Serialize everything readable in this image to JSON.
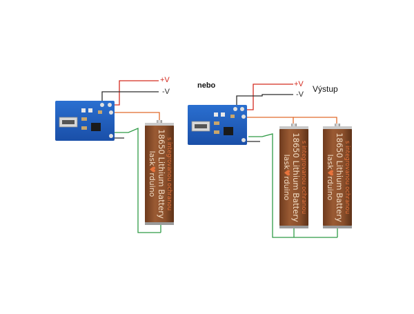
{
  "labels": {
    "plus": "+V",
    "minus": "-V",
    "nebo": "nebo",
    "vystup": "Výstup"
  },
  "battery": {
    "line1": "s integrovanou ochranou",
    "line2": "18650 Lithium Battery",
    "line3a": "lask",
    "line3b": "rduino"
  },
  "colors": {
    "wire_red": "#d42a1f",
    "wire_black": "#2b2b2b",
    "wire_green": "#2e9a45",
    "wire_orange": "#e06a2a",
    "battery_body": "#8a4f2b",
    "battery_text": "#f2dcc4",
    "battery_accent": "#e8733c",
    "pcb": "#1f5fc1"
  }
}
